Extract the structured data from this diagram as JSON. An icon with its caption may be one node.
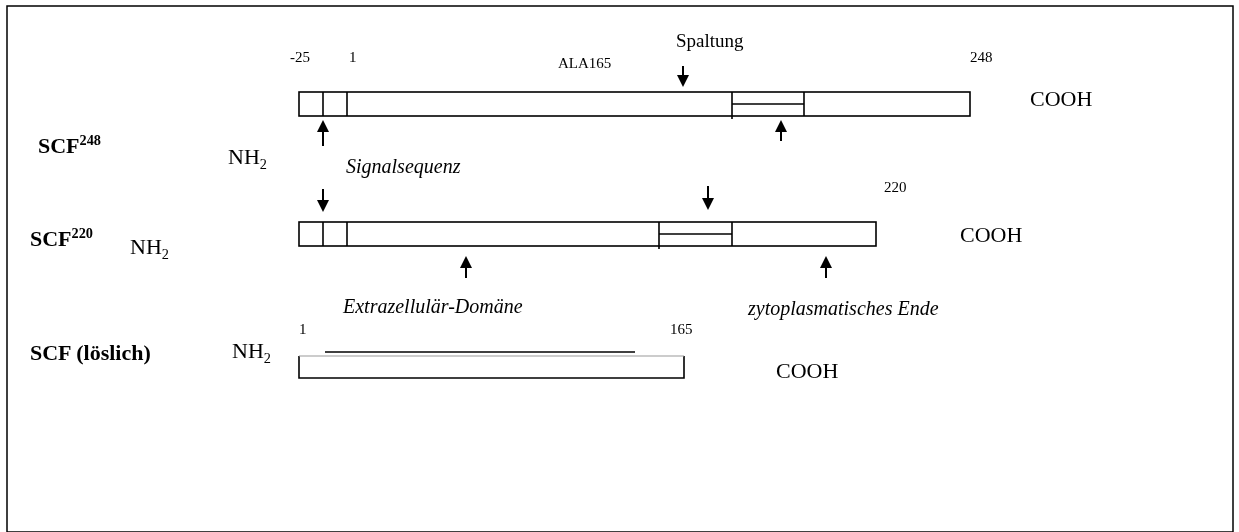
{
  "diagram": {
    "labels": [
      "-25",
      "1",
      "ALA165",
      "Spaltung",
      "248",
      "COOH",
      "SCF$^{248}$",
      "NH$_{2}$",
      "Signalsequenz",
      "220",
      "SCF$^{220}$",
      "NH$_{2}$",
      "COOH",
      "Extrazellulär-Domäne",
      "zytoplasmatisches Ende",
      "1",
      "165",
      "SCF (löslich)",
      "NH$_{2}$",
      "COOH"
    ]
  }
}
